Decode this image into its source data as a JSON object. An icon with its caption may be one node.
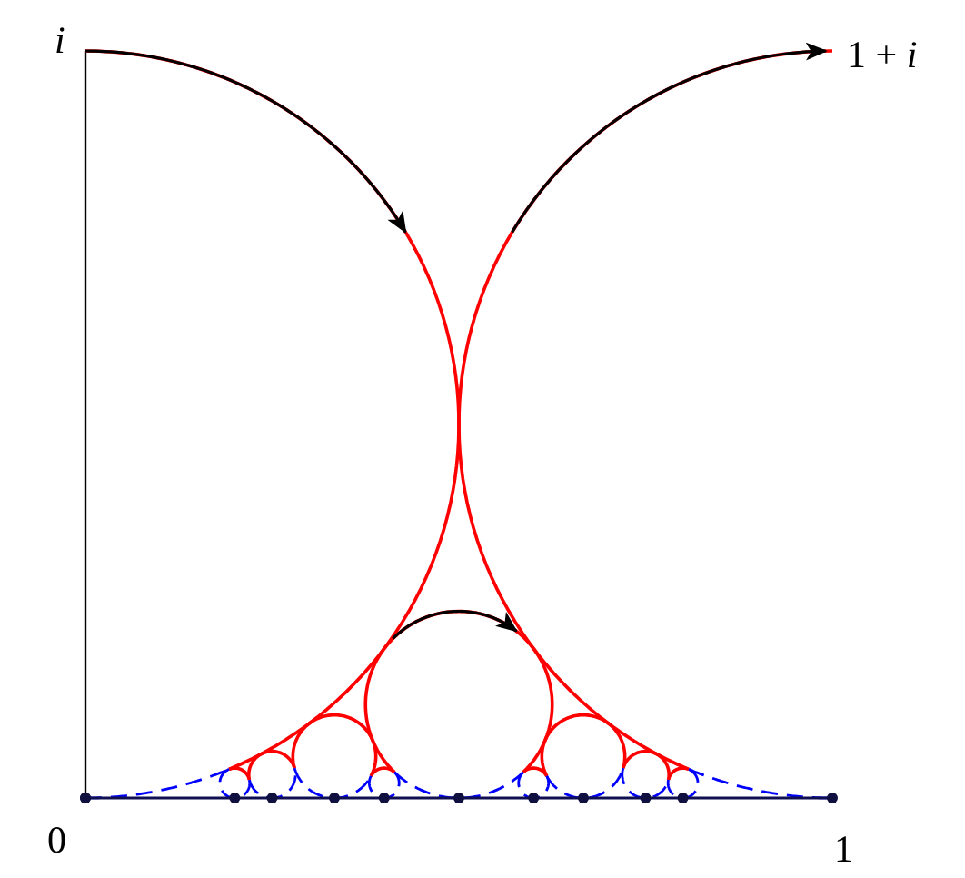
{
  "diagram": {
    "labels": [
      "i",
      "1 + *i*",
      "0",
      "1"
    ]
  }
}
